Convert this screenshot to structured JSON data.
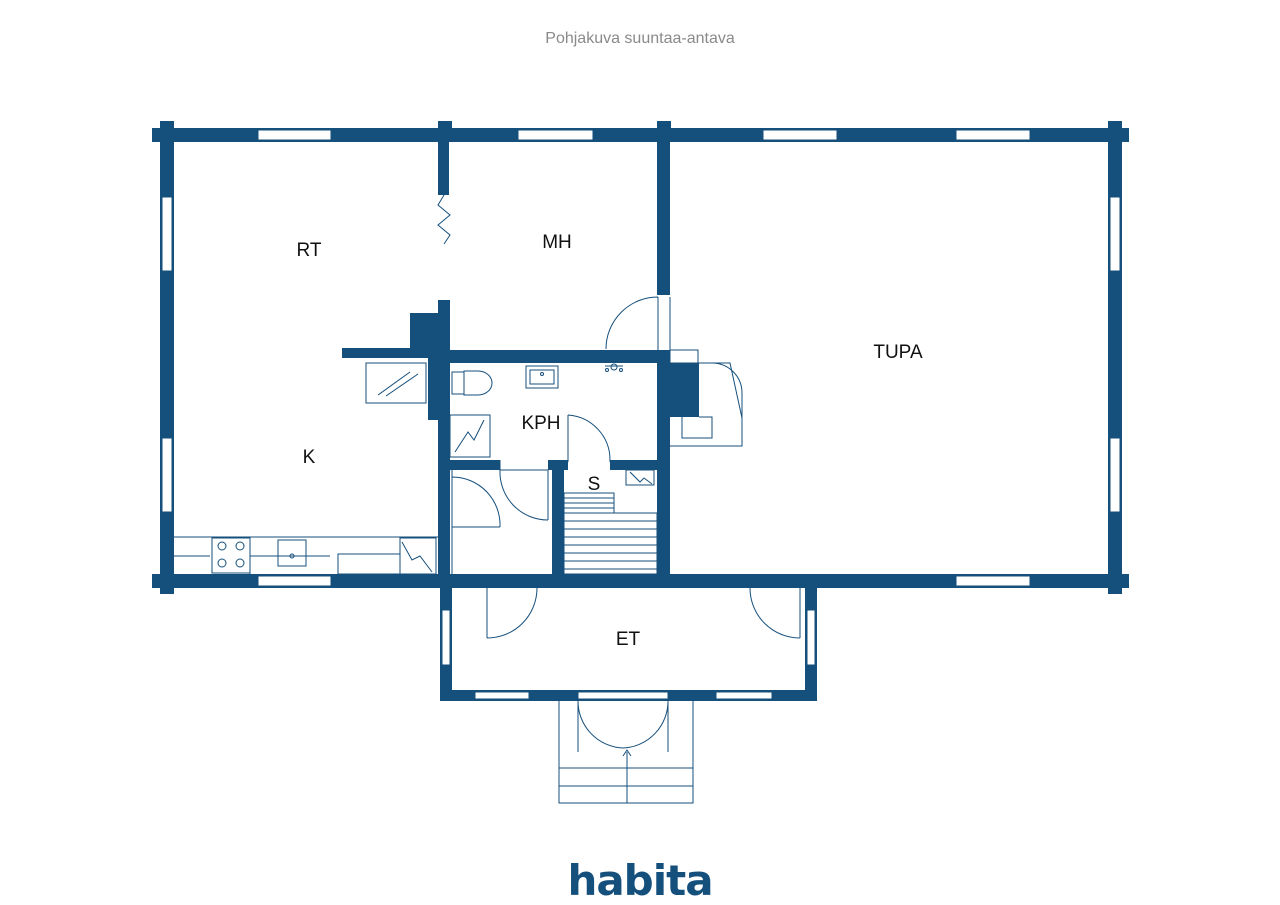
{
  "caption": "Pohjakuva suuntaa-antava",
  "rooms": {
    "rt": "RT",
    "mh": "MH",
    "tupa": "TUPA",
    "kph": "KPH",
    "k": "K",
    "s": "S",
    "et": "ET"
  },
  "logo": "habita",
  "colors": {
    "wall": "#154f7c",
    "caption": "#8a8a8a",
    "background": "#ffffff"
  }
}
